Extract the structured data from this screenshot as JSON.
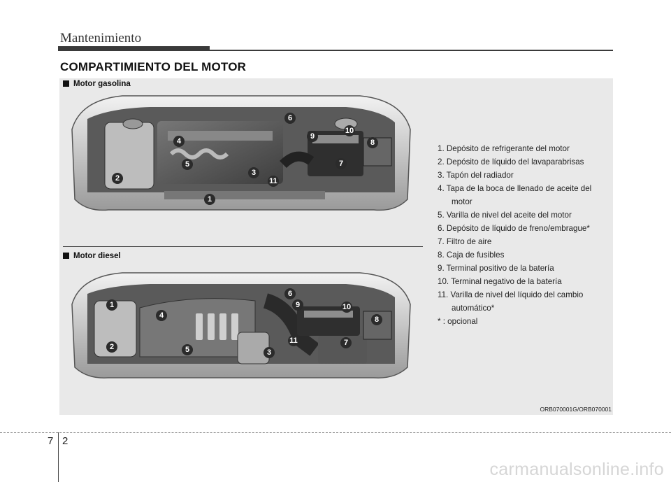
{
  "header": {
    "section": "Mantenimiento"
  },
  "title": "COMPARTIMIENTO DEL MOTOR",
  "gasoline": {
    "label": "Motor gasolina",
    "callouts": [
      "1",
      "2",
      "3",
      "4",
      "5",
      "6",
      "7",
      "8",
      "9",
      "10",
      "11"
    ]
  },
  "diesel": {
    "label": "Motor diesel",
    "callouts": [
      "1",
      "2",
      "3",
      "4",
      "5",
      "6",
      "7",
      "8",
      "9",
      "10",
      "11"
    ]
  },
  "legend": [
    {
      "text": "1. Depósito de refrigerante del motor"
    },
    {
      "text": "2. Depósito de líquido del lavaparabrisas"
    },
    {
      "text": "3. Tapón del radiador"
    },
    {
      "text": "4. Tapa de la boca de llenado de aceite del motor"
    },
    {
      "text": "5. Varilla de nivel del aceite del motor"
    },
    {
      "text": "6. Depósito de líquido de freno/embrague*"
    },
    {
      "text": "7. Filtro de aire"
    },
    {
      "text": "8. Caja de fusibles"
    },
    {
      "text": "9. Terminal positivo de la batería"
    },
    {
      "text": "10. Terminal negativo de la batería"
    },
    {
      "text": "11. Varilla de nivel del líquido del cambio automático*"
    },
    {
      "text": "* : opcional"
    }
  ],
  "image_code": "ORB070001G/ORB070001",
  "page": {
    "chapter": "7",
    "number": "2"
  },
  "watermark": "carmanualsonline.info"
}
